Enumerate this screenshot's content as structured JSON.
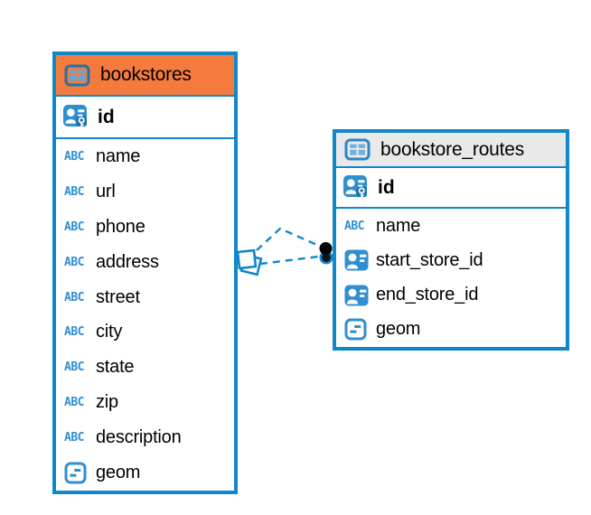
{
  "diagram": {
    "kind": "entity-relationship-diagram",
    "background": "#ffffff"
  },
  "colors": {
    "table_border": "#1087c9",
    "bookstores_header": "#f57a3d",
    "routes_header": "#e9e9e9",
    "icon_blue": "#2f8fd0",
    "relation_line": "#1087c9",
    "text": "#000000"
  },
  "icons": {
    "text_type_glyph": "ABC",
    "table_icon": "table-icon",
    "primary_key_icon": "person-with-key-icon",
    "reference_icon": "person-card-icon",
    "object_type_icon": "rounded-square-dash-icon"
  },
  "tables": [
    {
      "title": "bookstores",
      "header_style": "orange",
      "primary_key": "id",
      "columns": [
        "name",
        "url",
        "phone",
        "address",
        "street",
        "city",
        "state",
        "zip",
        "description",
        "geom"
      ],
      "column_types": [
        "text",
        "text",
        "text",
        "text",
        "text",
        "text",
        "text",
        "text",
        "text",
        "object"
      ]
    },
    {
      "title": "bookstore_routes",
      "header_style": "gray",
      "primary_key": "id",
      "columns": [
        "name",
        "start_store_id",
        "end_store_id",
        "geom"
      ],
      "column_types": [
        "text",
        "reference",
        "reference",
        "object"
      ]
    }
  ],
  "relationship": {
    "from_table": "bookstores",
    "to_table": "bookstore_routes",
    "line_style": "dashed",
    "line_count": 2,
    "source_marker": "open-diamond",
    "target_marker": "filled-dots"
  }
}
